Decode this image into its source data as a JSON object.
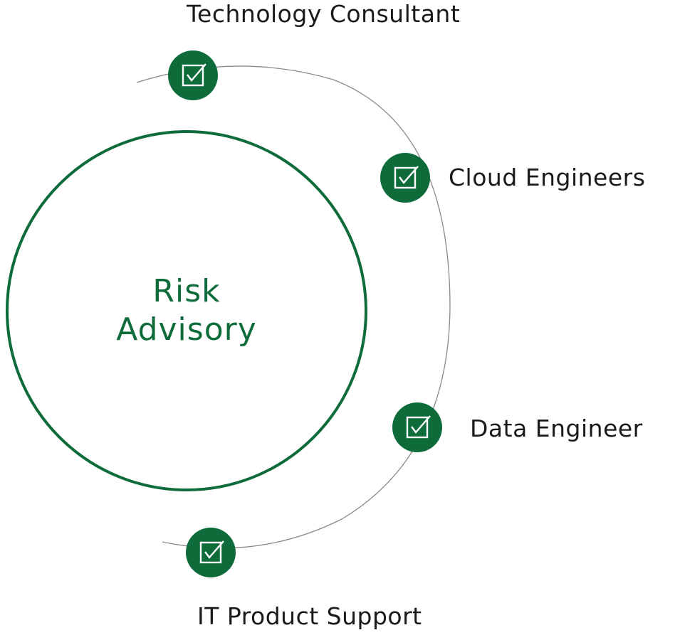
{
  "diagram": {
    "center": {
      "line1": "Risk",
      "line2": "Advisory"
    },
    "roles": [
      {
        "label": "Technology Consultant",
        "icon": "checkbox-icon"
      },
      {
        "label": "Cloud Engineers",
        "icon": "checkbox-icon"
      },
      {
        "label": "Data Engineer",
        "icon": "checkbox-icon"
      },
      {
        "label": "IT Product Support",
        "icon": "checkbox-icon"
      }
    ],
    "colors": {
      "accent": "#0e6b3a",
      "arc": "#8a8a8a",
      "text": "#1a1a1a",
      "icon_fg": "#ffffff"
    }
  }
}
